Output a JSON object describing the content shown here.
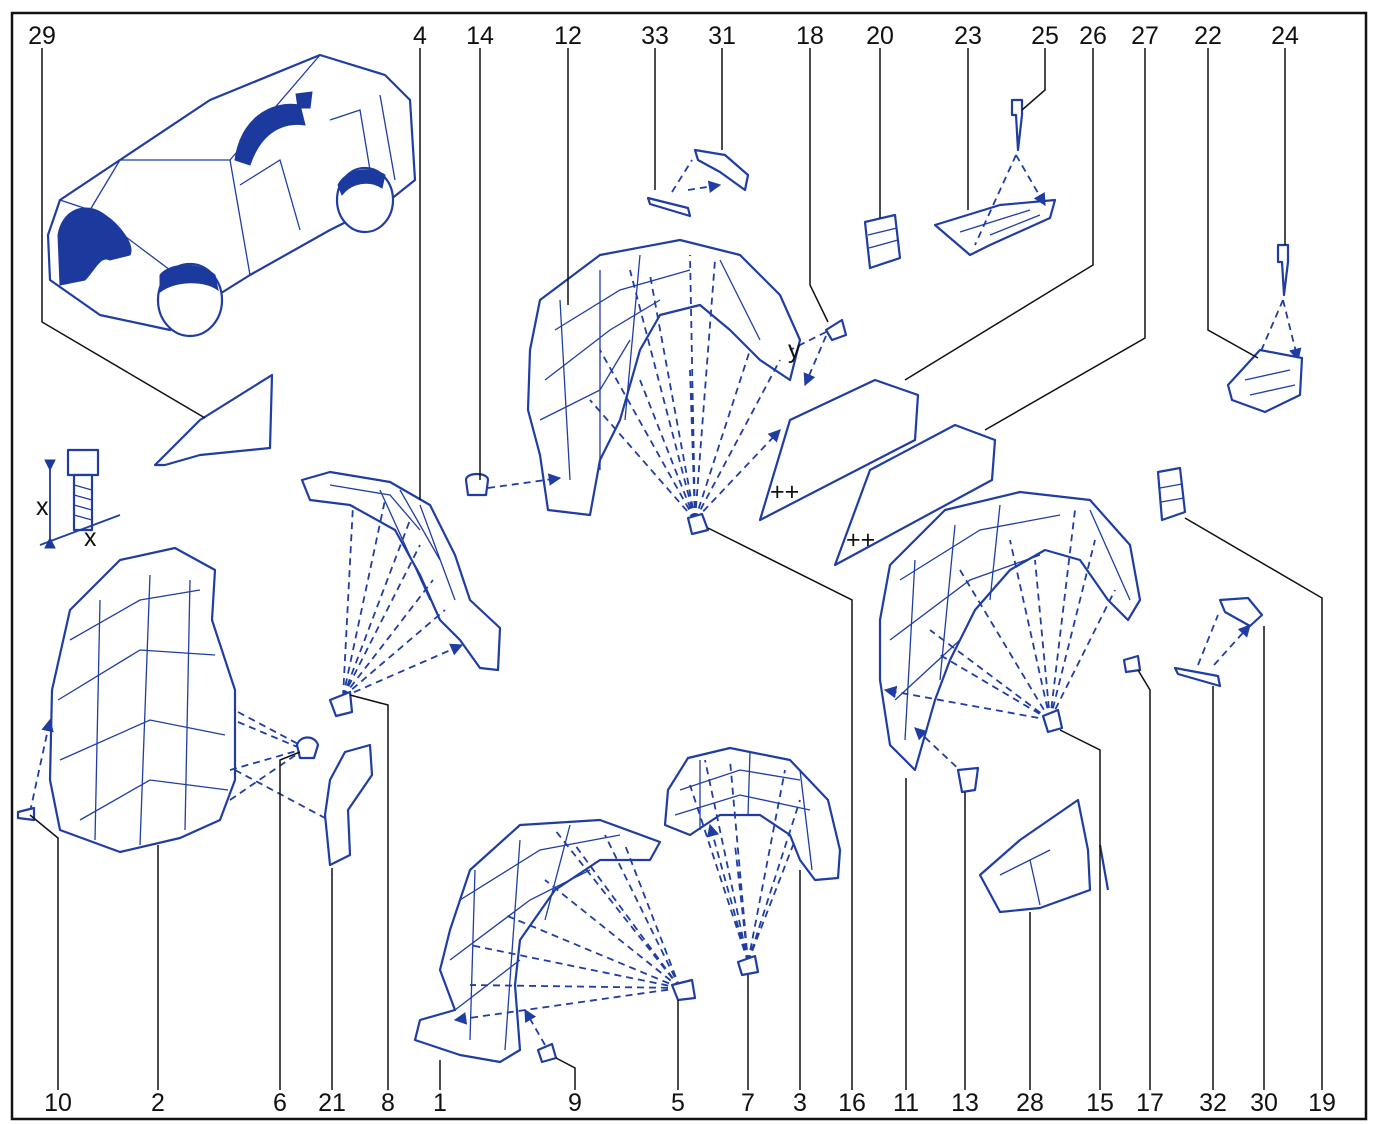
{
  "callouts_top": [
    "29",
    "4",
    "14",
    "12",
    "33",
    "31",
    "18",
    "20",
    "23",
    "25",
    "26",
    "27",
    "22",
    "24"
  ],
  "callouts_bottom": [
    "10",
    "2",
    "6",
    "21",
    "8",
    "1",
    "9",
    "5",
    "7",
    "3",
    "16",
    "11",
    "13",
    "28",
    "15",
    "17",
    "32",
    "30",
    "19"
  ],
  "measure_labels": {
    "x1": "x",
    "x2": "x",
    "y": "y"
  },
  "panel_marks": {
    "panel_26": "++",
    "panel_27": "++"
  },
  "colors": {
    "line": "#1f3da3",
    "fill": "#1c3a9e",
    "text": "#111111",
    "frame": "#111111"
  }
}
